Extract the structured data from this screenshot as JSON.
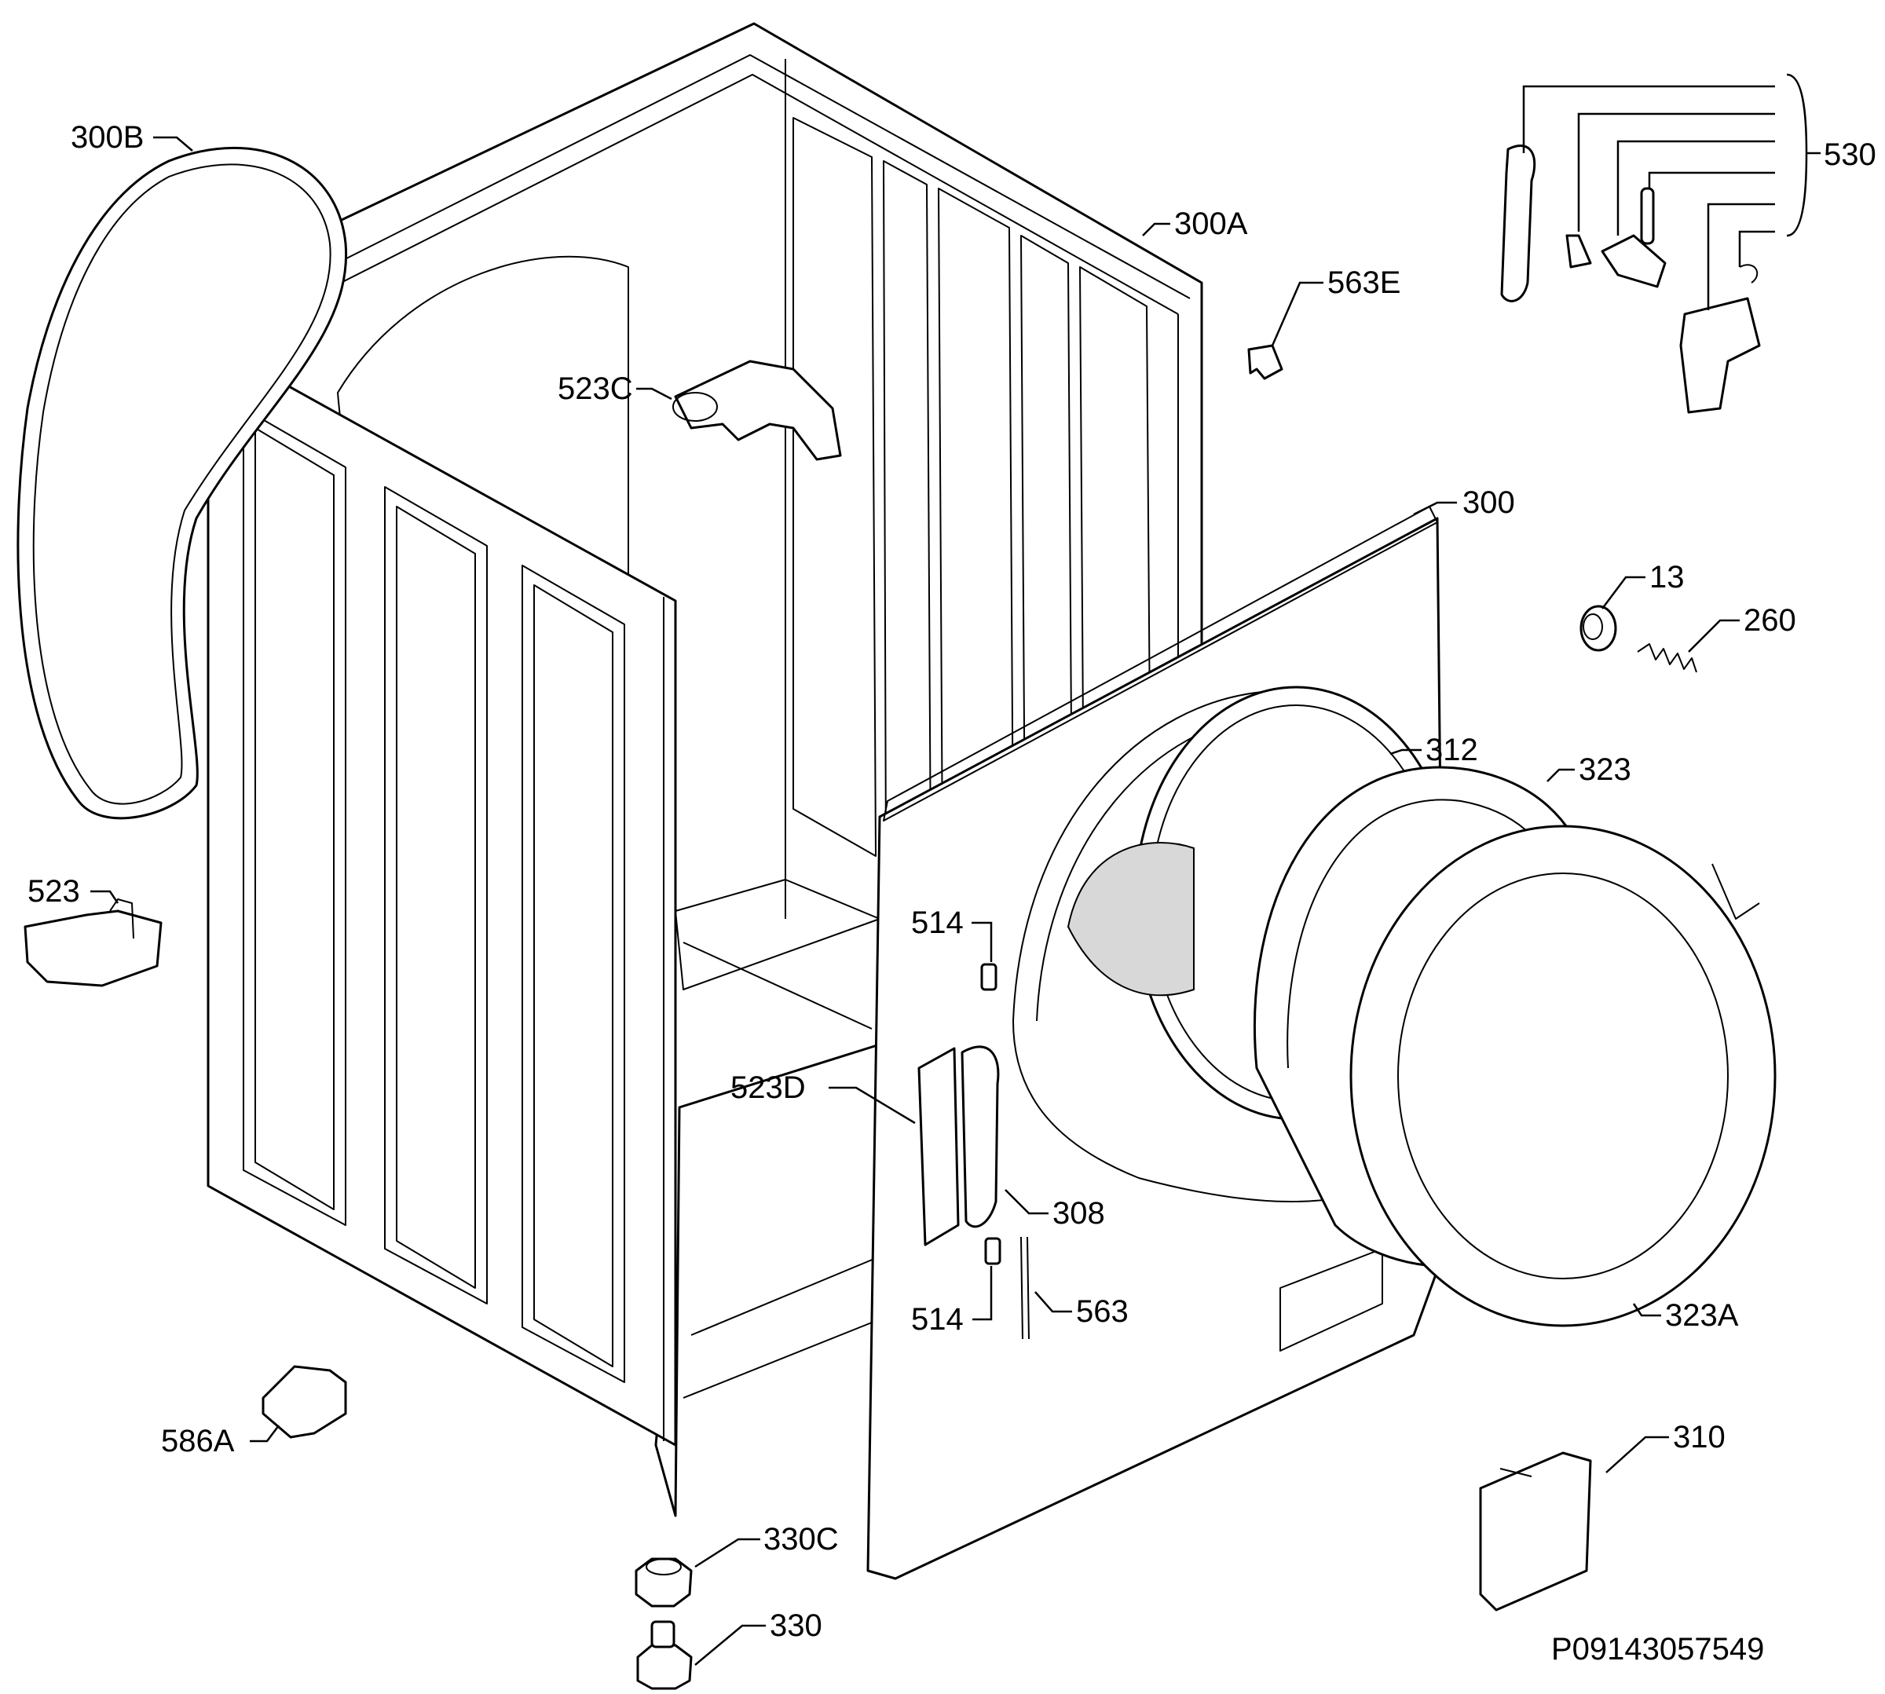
{
  "diagram": {
    "doc_number": "P09143057549",
    "labels": {
      "l300B": "300B",
      "l300A": "300A",
      "l523C": "523C",
      "l563E": "563E",
      "l530": "530",
      "l300": "300",
      "l13": "13",
      "l260": "260",
      "l312": "312",
      "l323": "323",
      "l523": "523",
      "l514a": "514",
      "l523D": "523D",
      "l308": "308",
      "l514b": "514",
      "l563": "563",
      "l323A": "323A",
      "l586A": "586A",
      "l310": "310",
      "l330C": "330C",
      "l330": "330"
    }
  }
}
